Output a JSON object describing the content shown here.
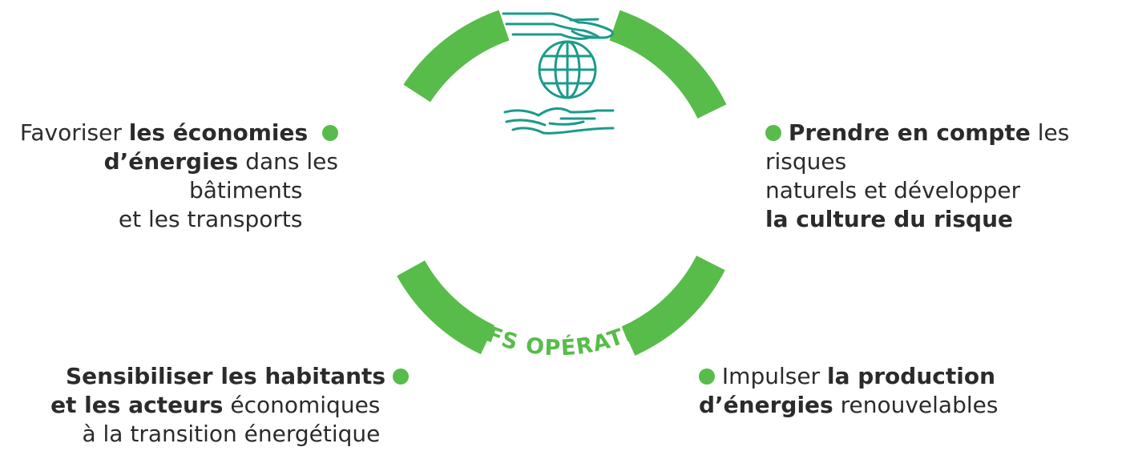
{
  "colors": {
    "accent_green": "#58bc4b",
    "icon_teal": "#1a9b8b",
    "text": "#2b2b2b"
  },
  "icon": "hands-protecting-globe-icon",
  "center_label": "OBJECTIFS OPÉRATIONNELS",
  "objectives": {
    "top_left": {
      "line1_a": "Favoriser ",
      "line1_b": "les économies",
      "line2_b": "d'énergies",
      "line2_a": " dans les bâtiments",
      "line3": "et les transports"
    },
    "top_right": {
      "line1_b": "Prendre en compte",
      "line1_a": " les risques",
      "line2": "naturels et développer",
      "line3_b": "la culture du risque"
    },
    "bottom_left": {
      "line1_b": "Sensibiliser les habitants",
      "line2_b": "et les acteurs",
      "line2_a": " économiques",
      "line3": "à la transition énergétique"
    },
    "bottom_right": {
      "line1_a": "Impulser ",
      "line1_b": "la production",
      "line2_b": "d'énergies",
      "line2_a": " renouvelables"
    }
  }
}
